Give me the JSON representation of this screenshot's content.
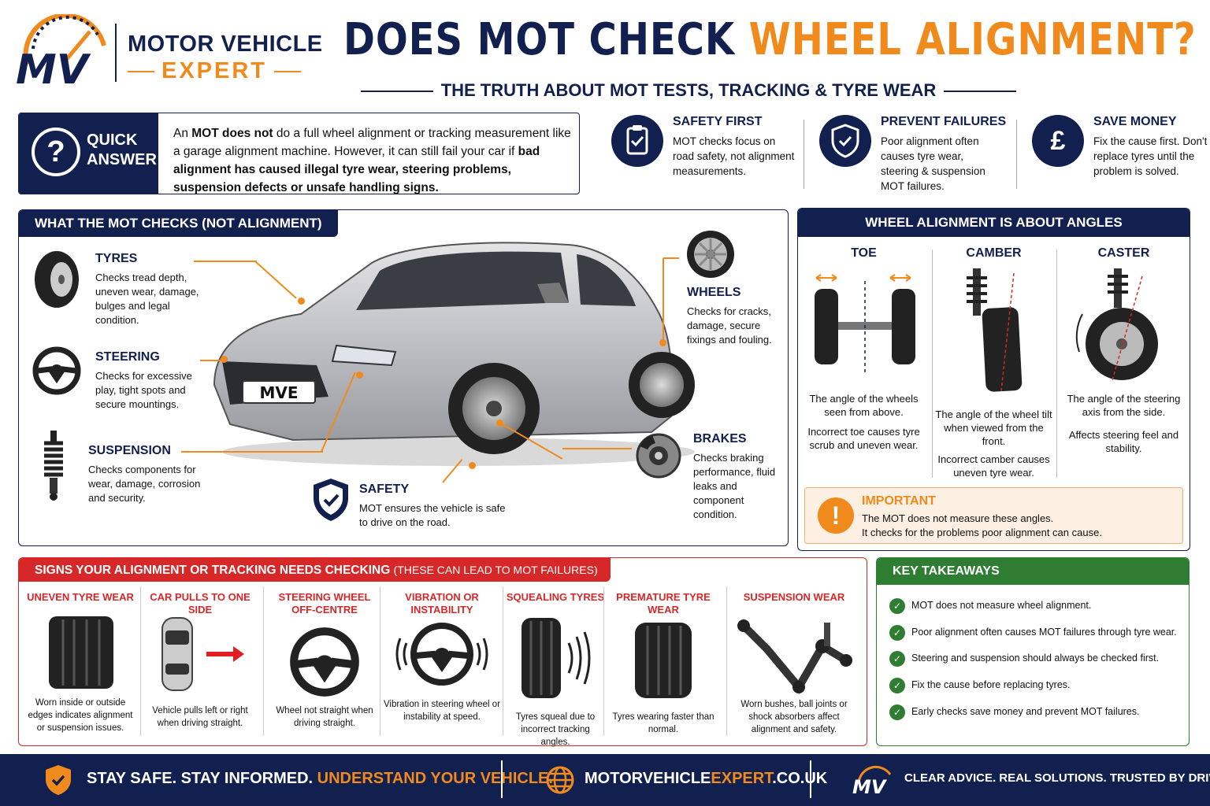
{
  "brand": {
    "logo_letters": "MV",
    "name_line1": "MOTOR VEHICLE",
    "name_line2": "EXPERT"
  },
  "header": {
    "title_part1": "DOES MOT CHECK ",
    "title_part2": "WHEEL ALIGNMENT?",
    "subtitle": "THE TRUTH ABOUT MOT TESTS, TRACKING & TYRE WEAR"
  },
  "quick_answer": {
    "icon": "question-icon",
    "label_line1": "QUICK",
    "label_line2": "ANSWER",
    "text_a": "An ",
    "text_b": "MOT does not",
    "text_c": " do a full wheel alignment or tracking measurement like a garage alignment machine. However, it can still fail your car if ",
    "text_d": "bad alignment has caused illegal tyre wear, steering problems, suspension defects or unsafe handling signs."
  },
  "benefits": [
    {
      "icon": "clipboard-icon",
      "title": "SAFETY FIRST",
      "text": "MOT checks focus on road safety, not alignment measurements."
    },
    {
      "icon": "shield-check-icon",
      "title": "PREVENT FAILURES",
      "text": "Poor alignment often causes tyre wear, steering & suspension MOT failures."
    },
    {
      "icon": "pound-icon",
      "title": "SAVE MONEY",
      "text": "Fix the cause first. Don't replace tyres until the problem is solved."
    }
  ],
  "mot_checks": {
    "heading": "WHAT THE MOT CHECKS (NOT ALIGNMENT)",
    "plate": "MVE",
    "items": {
      "tyres": {
        "title": "TYRES",
        "text": "Checks tread depth, uneven wear, damage, bulges and legal condition."
      },
      "steering": {
        "title": "STEERING",
        "text": "Checks for excessive play, tight spots and secure mountings."
      },
      "suspension": {
        "title": "SUSPENSION",
        "text": "Checks components for wear, damage, corrosion and security."
      },
      "safety": {
        "title": "SAFETY",
        "text": "MOT ensures the vehicle is safe to drive on the road."
      },
      "wheels": {
        "title": "WHEELS",
        "text": "Checks for cracks, damage, secure fixings and fouling."
      },
      "brakes": {
        "title": "BRAKES",
        "text": "Checks braking performance, fluid leaks and component condition."
      }
    }
  },
  "angles": {
    "heading": "WHEEL ALIGNMENT IS ABOUT ANGLES",
    "cols": [
      {
        "title": "TOE",
        "text1": "The angle of the wheels seen from above.",
        "text2": "Incorrect toe causes tyre scrub and uneven wear."
      },
      {
        "title": "CAMBER",
        "text1": "The angle of the wheel tilt when viewed from the front.",
        "text2": "Incorrect camber causes uneven tyre wear."
      },
      {
        "title": "CASTER",
        "text1": "The angle of the steering axis from the side.",
        "text2": "Affects steering feel and stability."
      }
    ],
    "important_title": "IMPORTANT",
    "important_line1": "The MOT does not measure these angles.",
    "important_line2": "It checks for the problems poor alignment can cause."
  },
  "signs": {
    "heading": "SIGNS YOUR ALIGNMENT OR TRACKING NEEDS CHECKING",
    "heading_note": "(THESE CAN LEAD TO MOT FAILURES)",
    "items": [
      {
        "title": "UNEVEN TYRE WEAR",
        "text": "Worn inside or outside edges indicates alignment or suspension issues."
      },
      {
        "title": "CAR PULLS TO ONE SIDE",
        "text": "Vehicle pulls left or right when driving straight."
      },
      {
        "title": "STEERING WHEEL OFF-CENTRE",
        "text": "Wheel not straight when driving straight."
      },
      {
        "title": "VIBRATION OR INSTABILITY",
        "text": "Vibration in steering wheel or instability at speed."
      },
      {
        "title": "SQUEALING TYRES",
        "text": "Tyres squeal due to incorrect tracking angles."
      },
      {
        "title": "PREMATURE TYRE WEAR",
        "text": "Tyres wearing faster than normal."
      },
      {
        "title": "SUSPENSION WEAR",
        "text": "Worn bushes, ball joints or shock absorbers affect alignment and safety."
      }
    ]
  },
  "takeaways": {
    "heading": "KEY TAKEAWAYS",
    "check": "✓",
    "items": [
      "MOT does not measure wheel alignment.",
      "Poor alignment often causes MOT failures through tyre wear.",
      "Steering and suspension should always be checked first.",
      "Fix the cause before replacing tyres.",
      "Early checks save money and prevent MOT failures."
    ]
  },
  "footer": {
    "slogan_a": "STAY SAFE. STAY INFORMED. ",
    "slogan_b": "UNDERSTAND YOUR VEHICLE.",
    "site_a": "MOTORVEHICLE",
    "site_b": "EXPERT",
    "site_c": ".CO.UK",
    "tagline": "CLEAR ADVICE. REAL SOLUTIONS. TRUSTED BY DRIVERS."
  },
  "colors": {
    "navy": "#12204f",
    "orange": "#f08a1c",
    "red": "#d62828",
    "green": "#2e7d32"
  }
}
